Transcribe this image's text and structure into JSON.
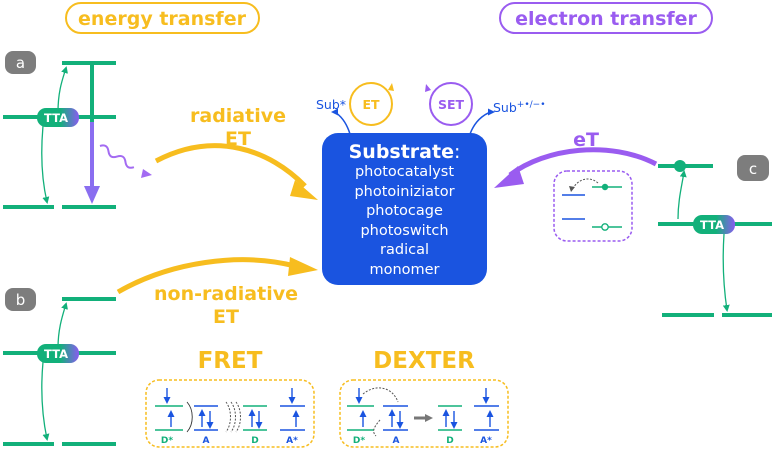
{
  "headers": {
    "energy_transfer": "energy transfer",
    "electron_transfer": "electron transfer"
  },
  "panel_labels": {
    "a": "a",
    "b": "b",
    "c": "c"
  },
  "tta_label": "TTA",
  "radiative": {
    "line1": "radiative",
    "line2": "ET"
  },
  "non_radiative": {
    "line1": "non-radiative",
    "line2": "ET"
  },
  "et_transfer_label": "eT",
  "cycles": {
    "et": {
      "label": "ET",
      "sub_left": "Sub*"
    },
    "set": {
      "label": "SET",
      "sub_right": "Sub",
      "sub_right_sup": "+•/−•"
    }
  },
  "substrate": {
    "title": "Substrate",
    "colon": ":",
    "items": [
      "photocatalyst",
      "photoiniziator",
      "photocage",
      "photoswitch",
      "radical",
      "monomer"
    ]
  },
  "fret": {
    "title": "FRET",
    "labels": [
      "D*",
      "A",
      "D",
      "A*"
    ]
  },
  "dexter": {
    "title": "DEXTER",
    "labels": [
      "D*",
      "A",
      "D",
      "A*"
    ]
  },
  "colors": {
    "yellow": "#f7bd1f",
    "purple": "#9a5cf0",
    "green": "#12b07a",
    "blue": "#1a54e0",
    "gray": "#7d7d7d",
    "dark_gray": "#666666"
  }
}
